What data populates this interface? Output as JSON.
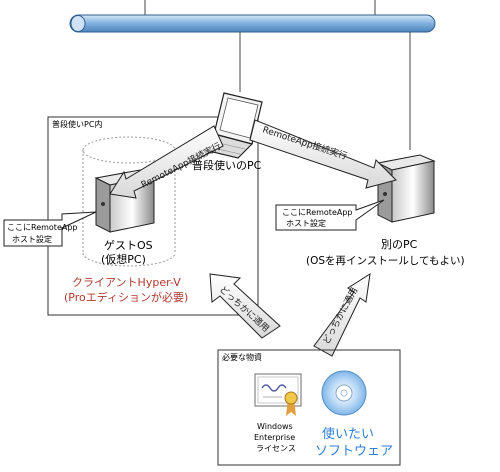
{
  "regular_pc": {
    "box_label": "普段使いPC内",
    "name": "普段使いのPC"
  },
  "guest_os": {
    "line1": "ゲストOS",
    "line2": "(仮想PC)",
    "hyperv_line1": "クライアントHyper-V",
    "hyperv_line2": "(Proエディションが必要)",
    "remoteapp_note_line1": "ここにRemoteApp",
    "remoteapp_note_line2": "ホスト設定"
  },
  "other_pc": {
    "name": "別のPC",
    "note": "(OSを再インストールしてもよい)",
    "remoteapp_note_line1": "ここにRemoteApp",
    "remoteapp_note_line2": "ホスト設定"
  },
  "arrows": {
    "left_connection": "RemoteApp接続実行",
    "right_connection": "RemoteApp接続実行",
    "apply_left": "どっちかに適用",
    "apply_right": "どっちかに適用"
  },
  "required_items": {
    "box_label": "必要な物資",
    "license_line1": "Windows",
    "license_line2": "Enterprise",
    "license_line3": "ライセンス",
    "software_line1": "使いたい",
    "software_line2": "ソフトウェア"
  },
  "colors": {
    "network_bus": "#7fb0de",
    "hyperv_text": "#b03a2e",
    "software_text": "#2f7fd6"
  }
}
